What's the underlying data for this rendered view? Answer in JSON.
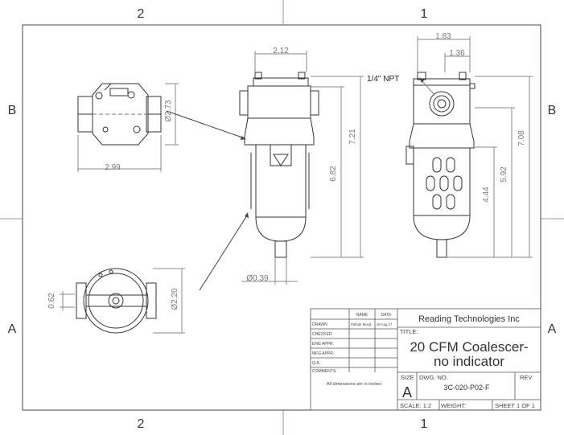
{
  "zones": {
    "top_left": "2",
    "top_right": "1",
    "bottom_left": "2",
    "bottom_right": "1",
    "left_upper": "B",
    "left_lower": "A",
    "right_upper": "B",
    "right_lower": "A"
  },
  "dims": {
    "top_width": "2.99",
    "top_dia": "Ø2.73",
    "bottom_dia": "Ø2.20",
    "bottom_small": "0.62",
    "front_width": "2.12",
    "front_h1": "7.21",
    "front_h2": "6.82",
    "front_stem": "Ø0.39",
    "side_w1": "1.83",
    "side_w2": "1.36",
    "side_h1": "7.08",
    "side_h2": "5.92",
    "side_h3": "4.44",
    "npt_label": "1/4\" NPT"
  },
  "title_block": {
    "hdr_name": "NAME",
    "hdr_date": "DATE",
    "rows": [
      "DRAWN",
      "CHECKED",
      "ENG APPR.",
      "MFG APPR.",
      "Q.A.",
      "COMMENTS:"
    ],
    "drawn_name": "Pathak Mood",
    "drawn_date": "28 Aug 17",
    "comment": "All dimensions are in inches",
    "company": "Reading Technologies Inc",
    "title_label": "TITLE:",
    "title_line1": "20 CFM Coalescer-",
    "title_line2": "no indicator",
    "size_label": "SIZE",
    "size": "A",
    "dwg_label": "DWG. NO.",
    "dwg_no": "3C-020-P02-F",
    "rev_label": "REV",
    "scale": "SCALE: 1:2",
    "weight": "WEIGHT:",
    "sheet": "SHEET 1 OF 1"
  }
}
